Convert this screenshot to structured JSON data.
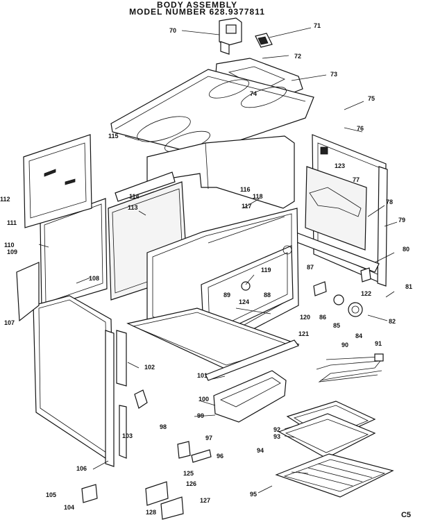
{
  "header": {
    "title": "BODY ASSEMBLY",
    "subtitle": "MODEL NUMBER 628.9377811"
  },
  "corner_code": "C5",
  "callouts": [
    "70",
    "71",
    "72",
    "73",
    "74",
    "75",
    "76",
    "77",
    "78",
    "79",
    "80",
    "81",
    "82",
    "84",
    "85",
    "86",
    "87",
    "88",
    "89",
    "90",
    "91",
    "92",
    "93",
    "94",
    "95",
    "96",
    "97",
    "98",
    "99",
    "100",
    "101",
    "102",
    "103",
    "104",
    "105",
    "106",
    "107",
    "108",
    "109",
    "110",
    "111",
    "112",
    "113",
    "114",
    "115",
    "116",
    "117",
    "118",
    "119",
    "120",
    "121",
    "122",
    "123",
    "124",
    "125",
    "126",
    "127",
    "128"
  ]
}
